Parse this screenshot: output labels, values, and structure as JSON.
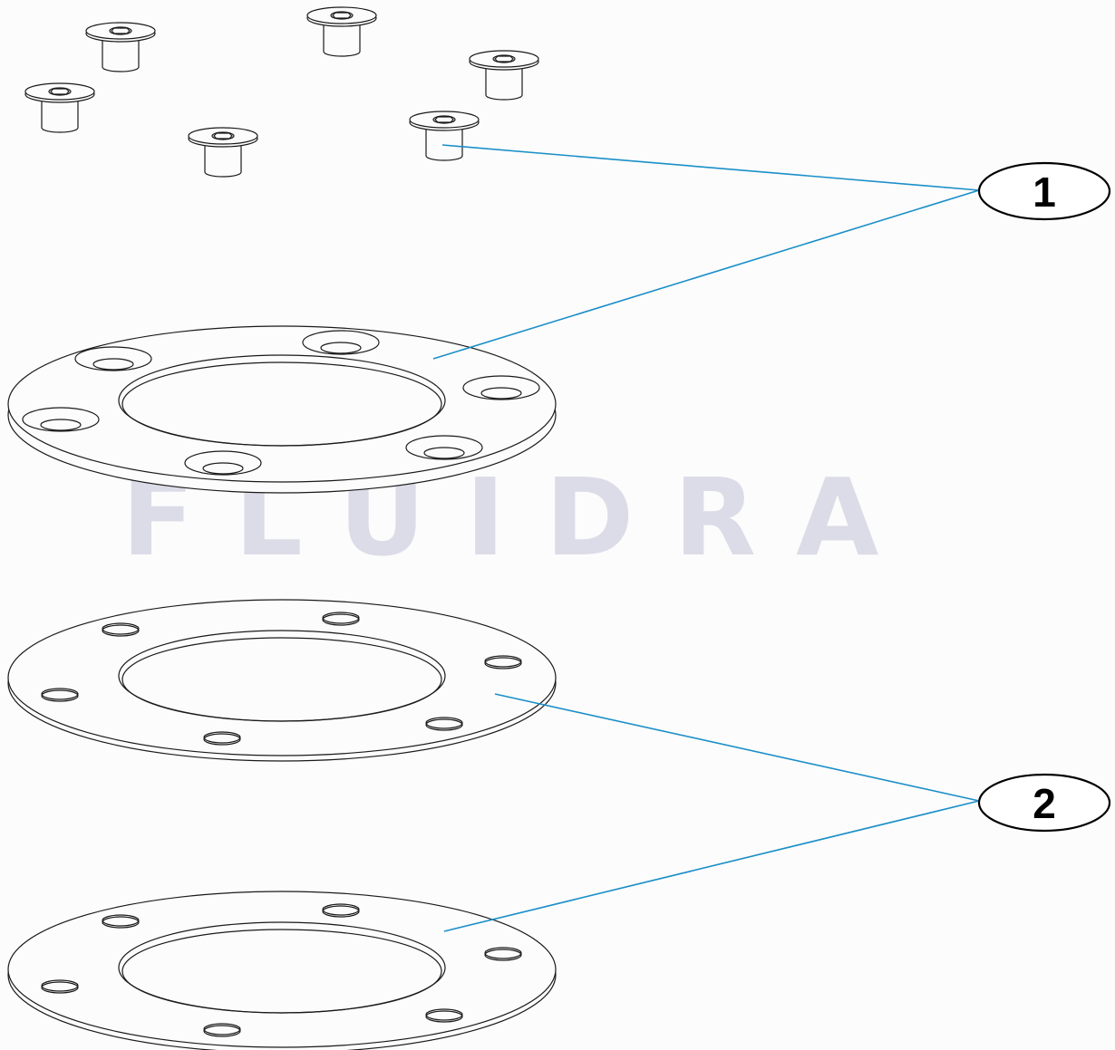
{
  "watermark": {
    "text": "FLUIDRA",
    "color": "#dcdce8"
  },
  "callouts": [
    {
      "number": "1"
    },
    {
      "number": "2"
    }
  ],
  "colors": {
    "leader_line": "#1a8fc8",
    "outline": "#1a1a1a",
    "background": "#fcfcfc"
  }
}
